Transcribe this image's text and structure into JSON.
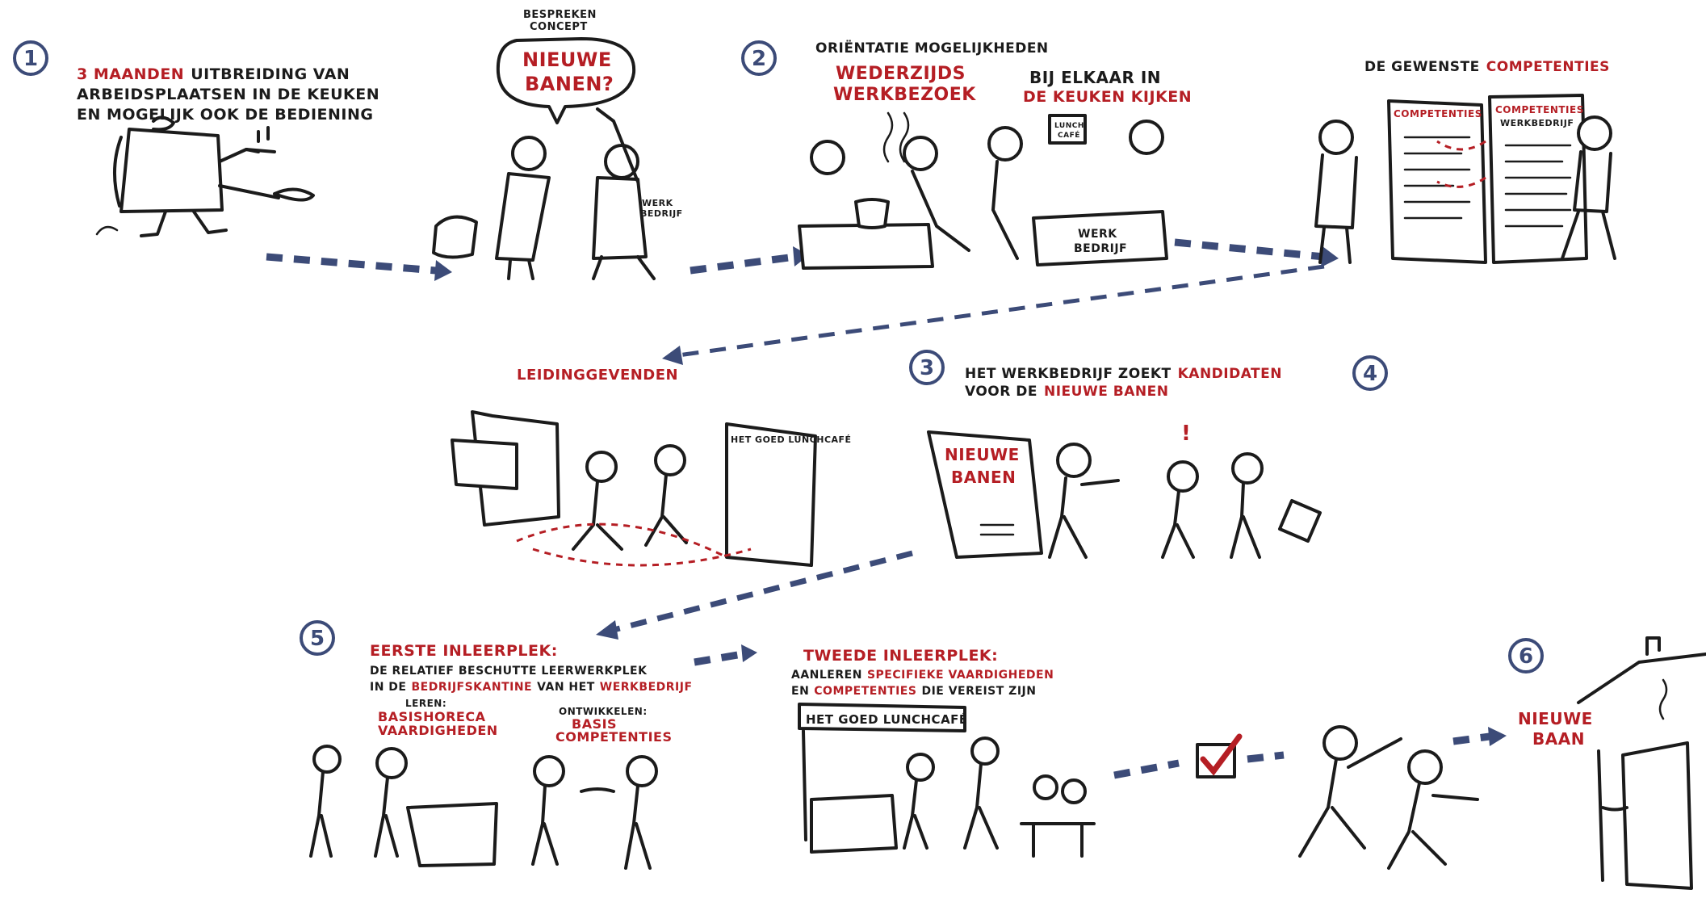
{
  "steps": {
    "s1": {
      "num": "1",
      "line1_red": "3 MAANDEN",
      "line1_rest": "UITBREIDING VAN",
      "line2": "ARBEIDSPLAATSEN IN DE KEUKEN",
      "line3": "EN MOGELIJK OOK DE BEDIENING"
    },
    "concept": {
      "label1": "BESPREKEN",
      "label2": "CONCEPT",
      "bubble1": "NIEUWE",
      "bubble2": "BANEN?",
      "shirt1": "WERK",
      "shirt2": "BEDRIJF"
    },
    "s2": {
      "num": "2",
      "title": "ORIËNTATIE MOGELIJKHEDEN",
      "red1": "WEDERZIJDS",
      "red2": "WERKBEZOEK",
      "black3": "BIJ ELKAAR IN",
      "red4": "DE KEUKEN KIJKEN",
      "sign1": "LUNCH",
      "sign2": "CAFÉ",
      "counter1": "WERK",
      "counter2": "BEDRIJF"
    },
    "competencies": {
      "title_black": "DE GEWENSTE",
      "title_red": "COMPETENTIES",
      "doc1": "COMPETENTIES",
      "doc2a": "COMPETENTIES",
      "doc2b": "WERKBEDRIJF"
    },
    "leaders": {
      "title": "LEIDINGGEVENDEN",
      "cafe_sign": "HET GOED LUNCHCAFÉ"
    },
    "s3": {
      "num": "3",
      "line1_black": "HET WERKBEDRIJF ZOEKT",
      "line1_red": "KANDIDATEN",
      "line2_black": "VOOR DE",
      "line2_red": "NIEUWE BANEN",
      "board1": "NIEUWE",
      "board2": "BANEN"
    },
    "s4": {
      "num": "4"
    },
    "s5": {
      "num": "5",
      "title": "EERSTE INLEERPLEK:",
      "line2": "DE RELATIEF BESCHUTTE LEERWERKPLEK",
      "line3_a": "IN DE",
      "line3_red1": "BEDRIJFSKANTINE",
      "line3_b": "VAN HET",
      "line3_red2": "WERKBEDRIJF",
      "learn_label": "LEREN:",
      "learn_red1": "BASISHORECA",
      "learn_red2": "VAARDIGHEDEN",
      "dev_label": "ONTWIKKELEN:",
      "dev_red1": "BASIS",
      "dev_red2": "COMPETENTIES"
    },
    "second": {
      "title": "TWEEDE INLEERPLEK:",
      "line2_a": "AANLEREN",
      "line2_red": "SPECIFIEKE VAARDIGHEDEN",
      "line3_a": "EN",
      "line3_red": "COMPETENTIES",
      "line3_b": "DIE VEREIST ZIJN",
      "cafe_sign": "HET GOED LUNCHCAFÉ"
    },
    "s6": {
      "num": "6",
      "red1": "NIEUWE",
      "red2": "BAAN"
    }
  },
  "colors": {
    "accent_red": "#b51e24",
    "arrow_blue": "#3c4b78",
    "ink": "#1b1b1b"
  }
}
